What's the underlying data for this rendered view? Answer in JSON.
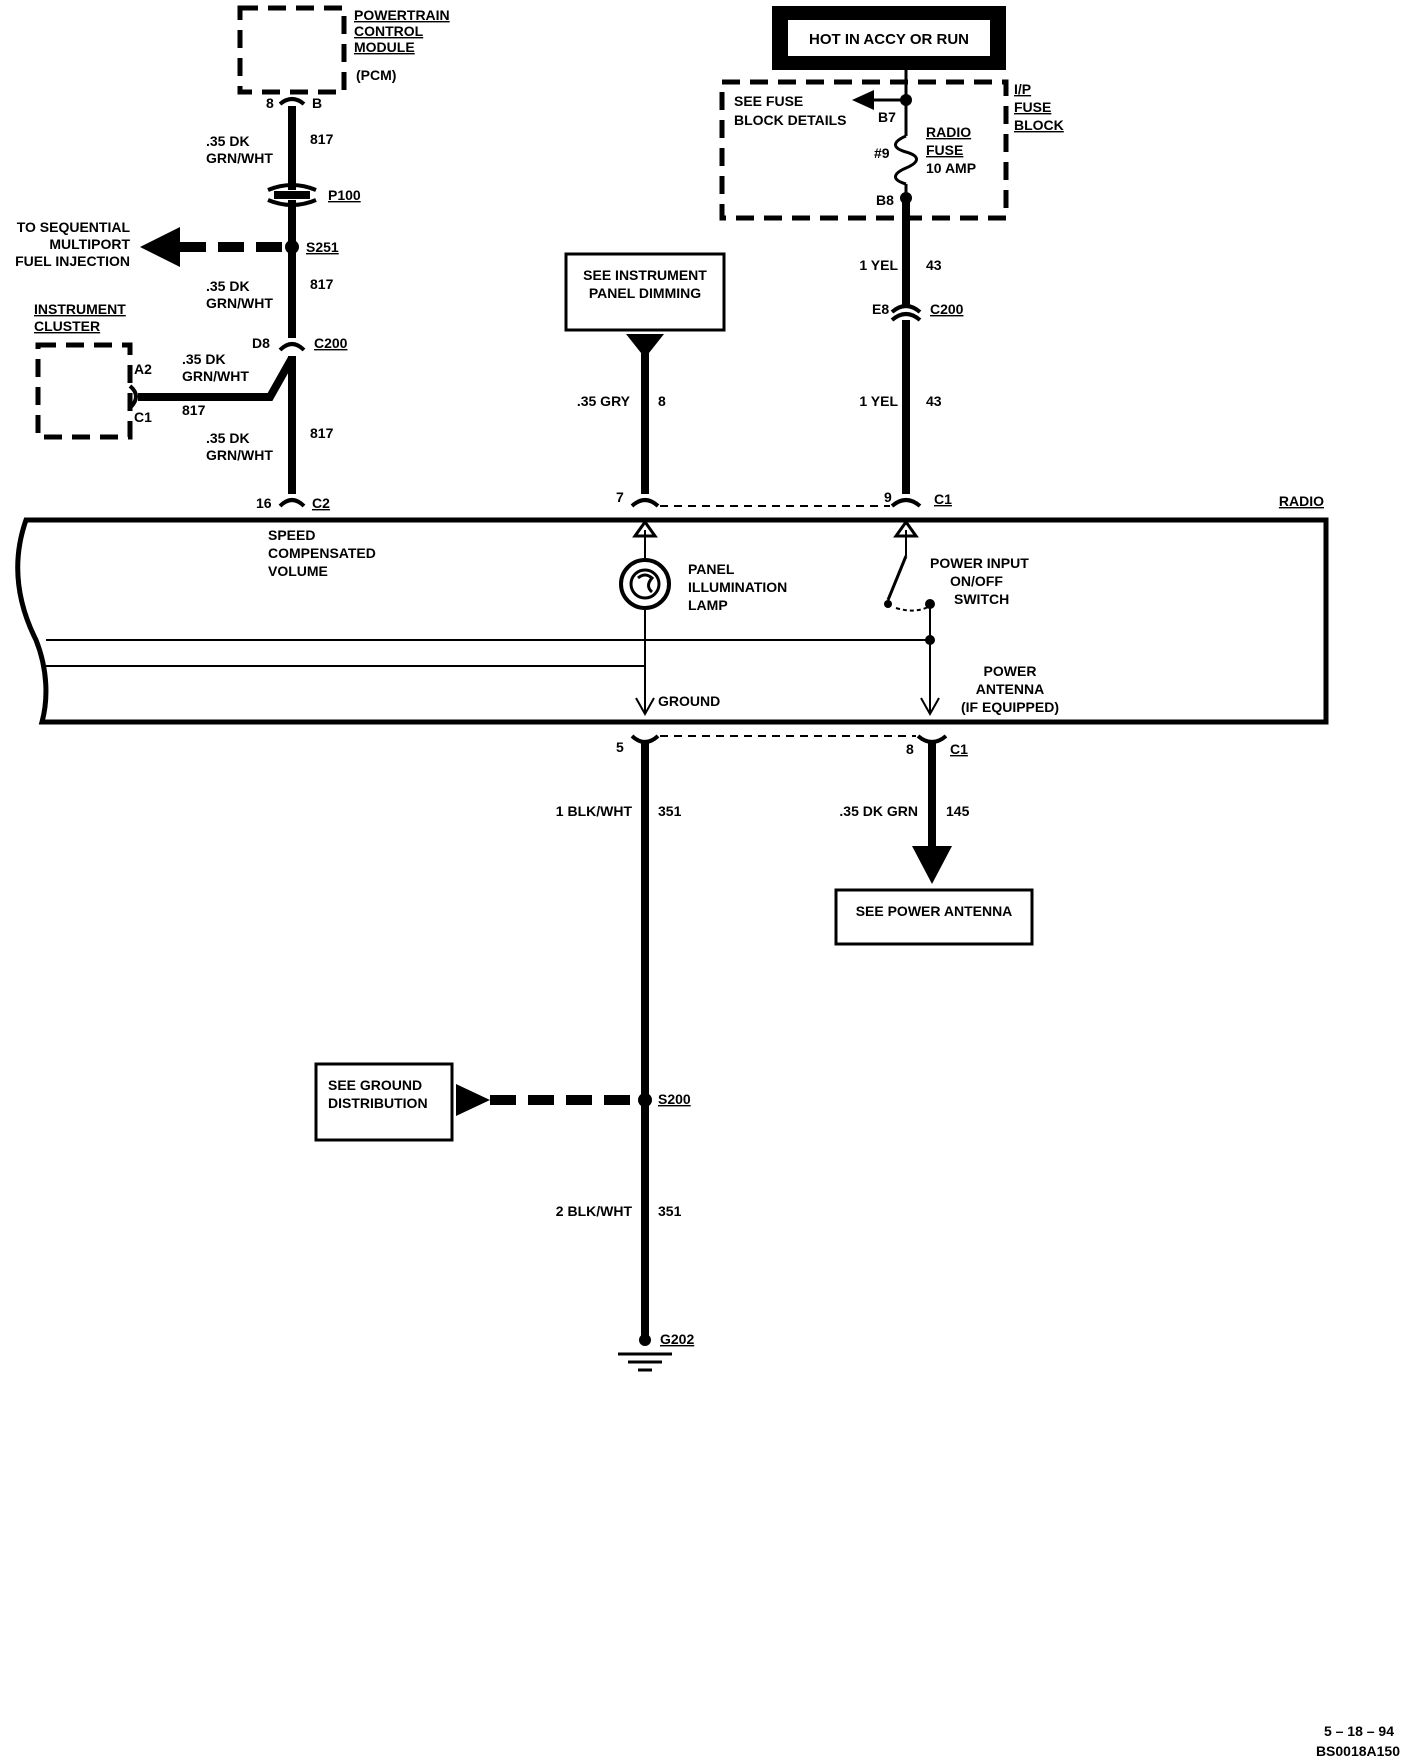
{
  "pcm": {
    "lines": [
      "POWERTRAIN",
      "CONTROL",
      "MODULE"
    ],
    "abbr": "(PCM)",
    "pin": "8",
    "conn": "B"
  },
  "hot_label": "HOT IN ACCY OR RUN",
  "fuse_block": {
    "see_details": [
      "SEE FUSE",
      "BLOCK DETAILS"
    ],
    "name": [
      "I/P",
      "FUSE",
      "BLOCK"
    ],
    "pin_in": "B7",
    "pin_out": "B8",
    "fuse_no": "#9",
    "fuse_name": [
      "RADIO",
      "FUSE"
    ],
    "fuse_rating": "10 AMP"
  },
  "wires": {
    "w817_top": {
      "gauge": [
        ".35 DK",
        "GRN/WHT"
      ],
      "circuit": "817"
    },
    "w817_mid": {
      "gauge": [
        ".35 DK",
        "GRN/WHT"
      ],
      "circuit": "817"
    },
    "w817_cluster": {
      "gauge": [
        ".35 DK",
        "GRN/WHT"
      ],
      "circuit": "817"
    },
    "w817_bot": {
      "gauge": [
        ".35 DK",
        "GRN/WHT"
      ],
      "circuit": "817"
    },
    "w43_top": {
      "gauge": "1 YEL",
      "circuit": "43"
    },
    "w43_bot": {
      "gauge": "1 YEL",
      "circuit": "43"
    },
    "w8": {
      "gauge": ".35 GRY",
      "circuit": "8"
    },
    "w351_top": {
      "gauge": "1 BLK/WHT",
      "circuit": "351"
    },
    "w351_bot": {
      "gauge": "2 BLK/WHT",
      "circuit": "351"
    },
    "w145": {
      "gauge": ".35 DK GRN",
      "circuit": "145"
    }
  },
  "connectors": {
    "p100": "P100",
    "s251": "S251",
    "c200_left": {
      "pin": "D8",
      "name": "C200"
    },
    "c200_right": {
      "pin": "E8",
      "name": "C200"
    },
    "c2": {
      "pin": "16",
      "name": "C2"
    },
    "c1_top": {
      "pin7": "7",
      "pin9": "9",
      "name": "C1"
    },
    "c1_bottom": {
      "pin5": "5",
      "pin8": "8",
      "name": "C1"
    },
    "s200": "S200",
    "g202": "G202"
  },
  "to_sfi": [
    "TO SEQUENTIAL",
    "MULTIPORT",
    "FUEL INJECTION"
  ],
  "cluster": {
    "name": [
      "INSTRUMENT",
      "CLUSTER"
    ],
    "pin_a2": "A2",
    "pin_c1": "C1"
  },
  "see_ip_dimming": [
    "SEE INSTRUMENT",
    "PANEL DIMMING"
  ],
  "radio": {
    "name": "RADIO",
    "scv": [
      "SPEED",
      "COMPENSATED",
      "VOLUME"
    ],
    "lamp": [
      "PANEL",
      "ILLUMINATION",
      "LAMP"
    ],
    "switch": [
      "POWER INPUT",
      "ON/OFF",
      "SWITCH"
    ],
    "ground": "GROUND",
    "antenna": [
      "POWER",
      "ANTENNA",
      "(IF EQUIPPED)"
    ]
  },
  "see_power_antenna": "SEE POWER ANTENNA",
  "see_ground": [
    "SEE GROUND",
    "DISTRIBUTION"
  ],
  "footer": {
    "date": "5 – 18 – 94",
    "code": "BS0018A150"
  }
}
